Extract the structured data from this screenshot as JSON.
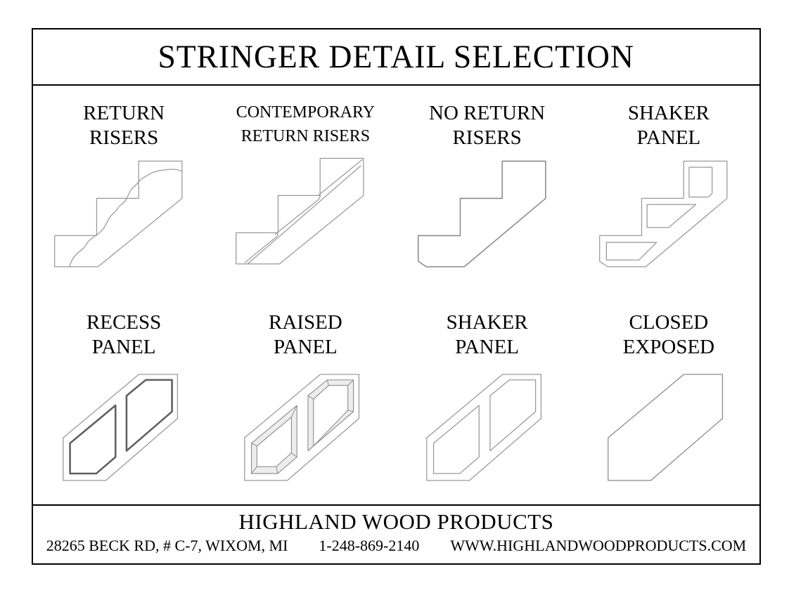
{
  "title": "STRINGER DETAIL SELECTION",
  "options": [
    {
      "line1": "RETURN",
      "line2": "RISERS",
      "drawing": "return-risers-stair"
    },
    {
      "line1": "CONTEMPORARY",
      "line2": "RETURN RISERS",
      "drawing": "contemporary-return-risers-stair"
    },
    {
      "line1": "NO RETURN",
      "line2": "RISERS",
      "drawing": "no-return-risers-stair"
    },
    {
      "line1": "SHAKER",
      "line2": "PANEL",
      "drawing": "shaker-panel-stair"
    },
    {
      "line1": "RECESS",
      "line2": "PANEL",
      "drawing": "recess-panel-stringer"
    },
    {
      "line1": "RAISED",
      "line2": "PANEL",
      "drawing": "raised-panel-stringer"
    },
    {
      "line1": "SHAKER",
      "line2": "PANEL",
      "drawing": "shaker-panel-stringer"
    },
    {
      "line1": "CLOSED",
      "line2": "EXPOSED",
      "drawing": "closed-exposed-stringer"
    }
  ],
  "footer": {
    "company": "HIGHLAND WOOD PRODUCTS",
    "address": "28265 BECK RD, # C-7, WIXOM, MI",
    "phone": "1-248-869-2140",
    "website": "WWW.HIGHLANDWOODPRODUCTS.COM"
  },
  "colors": {
    "line": "#999999",
    "panel_dark": "#5f5f5f",
    "border": "#000000"
  }
}
